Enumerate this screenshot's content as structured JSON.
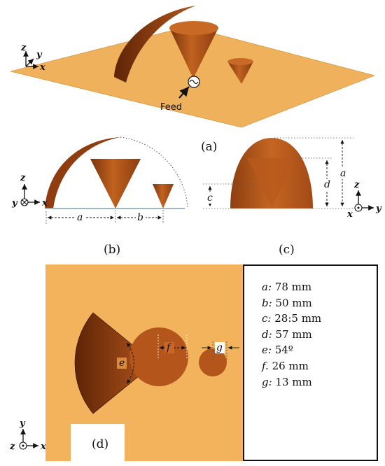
{
  "panels": {
    "a": {
      "label": "(a)",
      "feed": "Feed"
    },
    "b": {
      "label": "(b)",
      "dim_a": "a",
      "dim_b": "b"
    },
    "c": {
      "label": "(c)",
      "dim_a": "a",
      "dim_c": "c",
      "dim_d": "d"
    },
    "d": {
      "label": "(d)",
      "dim_e": "e",
      "dim_f": "f",
      "dim_g": "g"
    }
  },
  "axes": {
    "x": "x",
    "y": "y",
    "z": "z"
  },
  "parameters": [
    {
      "symbol": "a:",
      "value": "78 mm"
    },
    {
      "symbol": "b:",
      "value": "50 mm"
    },
    {
      "symbol": "c:",
      "value": "28:5 mm"
    },
    {
      "symbol": "d:",
      "value": "57 mm"
    },
    {
      "symbol": "e:",
      "value": "54º"
    },
    {
      "symbol": "f.",
      "value": "26 mm"
    },
    {
      "symbol": "g:",
      "value": "13 mm"
    }
  ],
  "colors": {
    "ground": "#f1b45a",
    "copper": "#b0521a",
    "copper_dark": "#6e2c08",
    "copper_light": "#c8682a"
  }
}
